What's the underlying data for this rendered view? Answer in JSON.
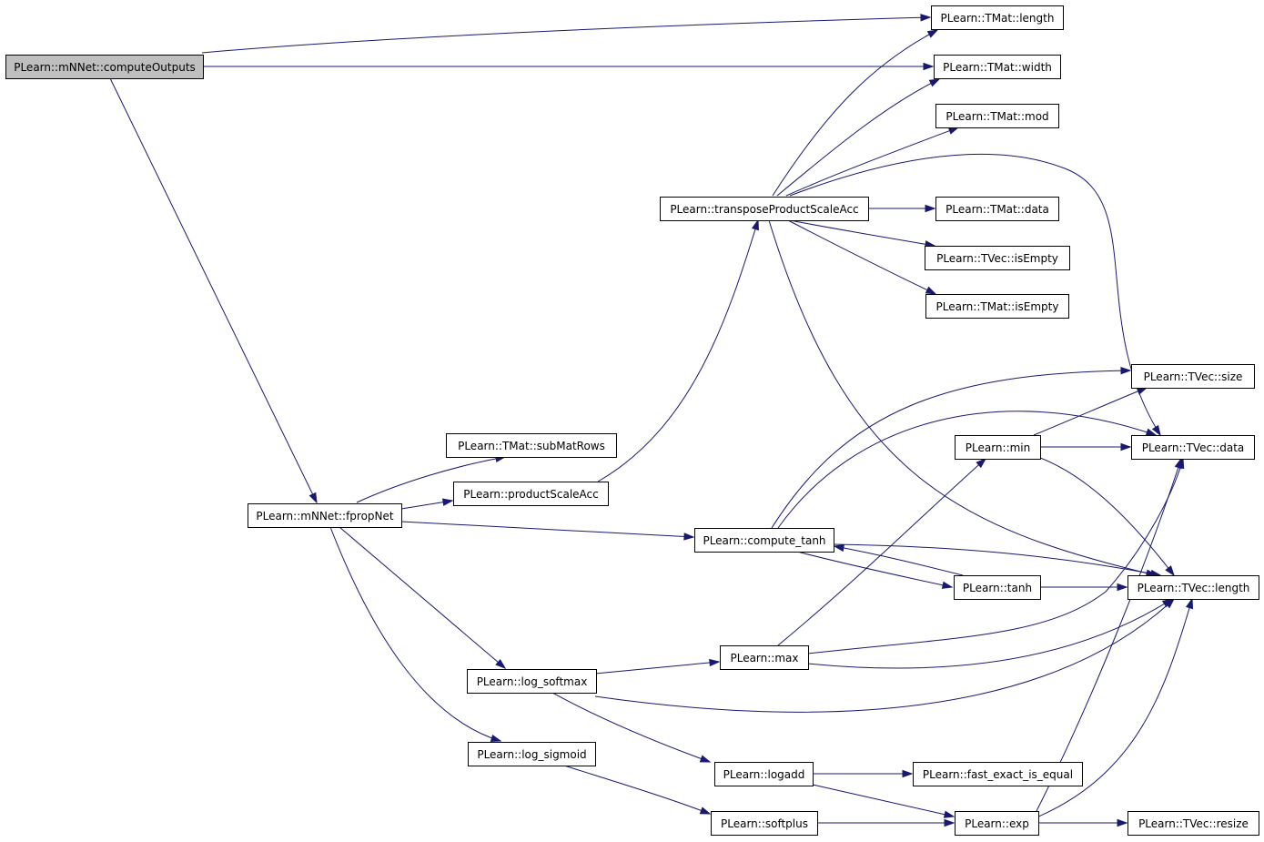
{
  "graph": {
    "root": "PLearn::mNNet::computeOutputs",
    "nodes": [
      {
        "id": "computeOutputs",
        "label": "PLearn::mNNet::computeOutputs"
      },
      {
        "id": "TMat_length",
        "label": "PLearn::TMat::length"
      },
      {
        "id": "TMat_width",
        "label": "PLearn::TMat::width"
      },
      {
        "id": "TMat_mod",
        "label": "PLearn::TMat::mod"
      },
      {
        "id": "transposeProductScaleAcc",
        "label": "PLearn::transposeProductScaleAcc"
      },
      {
        "id": "TMat_data",
        "label": "PLearn::TMat::data"
      },
      {
        "id": "TVec_isEmpty",
        "label": "PLearn::TVec::isEmpty"
      },
      {
        "id": "TMat_isEmpty",
        "label": "PLearn::TMat::isEmpty"
      },
      {
        "id": "TVec_size",
        "label": "PLearn::TVec::size"
      },
      {
        "id": "TMat_subMatRows",
        "label": "PLearn::TMat::subMatRows"
      },
      {
        "id": "min",
        "label": "PLearn::min"
      },
      {
        "id": "TVec_data",
        "label": "PLearn::TVec::data"
      },
      {
        "id": "productScaleAcc",
        "label": "PLearn::productScaleAcc"
      },
      {
        "id": "fpropNet",
        "label": "PLearn::mNNet::fpropNet"
      },
      {
        "id": "compute_tanh",
        "label": "PLearn::compute_tanh"
      },
      {
        "id": "tanh",
        "label": "PLearn::tanh"
      },
      {
        "id": "TVec_length",
        "label": "PLearn::TVec::length"
      },
      {
        "id": "max",
        "label": "PLearn::max"
      },
      {
        "id": "log_softmax",
        "label": "PLearn::log_softmax"
      },
      {
        "id": "log_sigmoid",
        "label": "PLearn::log_sigmoid"
      },
      {
        "id": "logadd",
        "label": "PLearn::logadd"
      },
      {
        "id": "fast_exact_is_equal",
        "label": "PLearn::fast_exact_is_equal"
      },
      {
        "id": "softplus",
        "label": "PLearn::softplus"
      },
      {
        "id": "exp",
        "label": "PLearn::exp"
      },
      {
        "id": "TVec_resize",
        "label": "PLearn::TVec::resize"
      }
    ],
    "edges": [
      {
        "from": "computeOutputs",
        "to": "TMat_length"
      },
      {
        "from": "computeOutputs",
        "to": "TMat_width"
      },
      {
        "from": "computeOutputs",
        "to": "fpropNet"
      },
      {
        "from": "transposeProductScaleAcc",
        "to": "TMat_length"
      },
      {
        "from": "transposeProductScaleAcc",
        "to": "TMat_width"
      },
      {
        "from": "transposeProductScaleAcc",
        "to": "TMat_mod"
      },
      {
        "from": "transposeProductScaleAcc",
        "to": "TMat_data"
      },
      {
        "from": "transposeProductScaleAcc",
        "to": "TVec_isEmpty"
      },
      {
        "from": "transposeProductScaleAcc",
        "to": "TMat_isEmpty"
      },
      {
        "from": "transposeProductScaleAcc",
        "to": "TVec_data"
      },
      {
        "from": "transposeProductScaleAcc",
        "to": "TVec_length"
      },
      {
        "from": "fpropNet",
        "to": "TMat_subMatRows"
      },
      {
        "from": "fpropNet",
        "to": "productScaleAcc"
      },
      {
        "from": "fpropNet",
        "to": "compute_tanh"
      },
      {
        "from": "fpropNet",
        "to": "log_softmax"
      },
      {
        "from": "fpropNet",
        "to": "log_sigmoid"
      },
      {
        "from": "productScaleAcc",
        "to": "transposeProductScaleAcc"
      },
      {
        "from": "compute_tanh",
        "to": "TVec_size"
      },
      {
        "from": "compute_tanh",
        "to": "TVec_data"
      },
      {
        "from": "compute_tanh",
        "to": "TVec_length"
      },
      {
        "from": "compute_tanh",
        "to": "tanh"
      },
      {
        "from": "tanh",
        "to": "compute_tanh"
      },
      {
        "from": "tanh",
        "to": "TVec_length"
      },
      {
        "from": "min",
        "to": "TVec_size"
      },
      {
        "from": "min",
        "to": "TVec_data"
      },
      {
        "from": "min",
        "to": "TVec_length"
      },
      {
        "from": "max",
        "to": "min"
      },
      {
        "from": "max",
        "to": "TVec_data"
      },
      {
        "from": "max",
        "to": "TVec_length"
      },
      {
        "from": "log_softmax",
        "to": "max"
      },
      {
        "from": "log_softmax",
        "to": "TVec_length"
      },
      {
        "from": "log_softmax",
        "to": "logadd"
      },
      {
        "from": "log_sigmoid",
        "to": "softplus"
      },
      {
        "from": "logadd",
        "to": "fast_exact_is_equal"
      },
      {
        "from": "logadd",
        "to": "exp"
      },
      {
        "from": "softplus",
        "to": "exp"
      },
      {
        "from": "exp",
        "to": "TVec_data"
      },
      {
        "from": "exp",
        "to": "TVec_length"
      },
      {
        "from": "exp",
        "to": "TVec_resize"
      }
    ]
  },
  "colors": {
    "edge": "#191970",
    "node_border": "#000000",
    "root_fill": "#bfbfbf",
    "node_fill": "#ffffff"
  }
}
